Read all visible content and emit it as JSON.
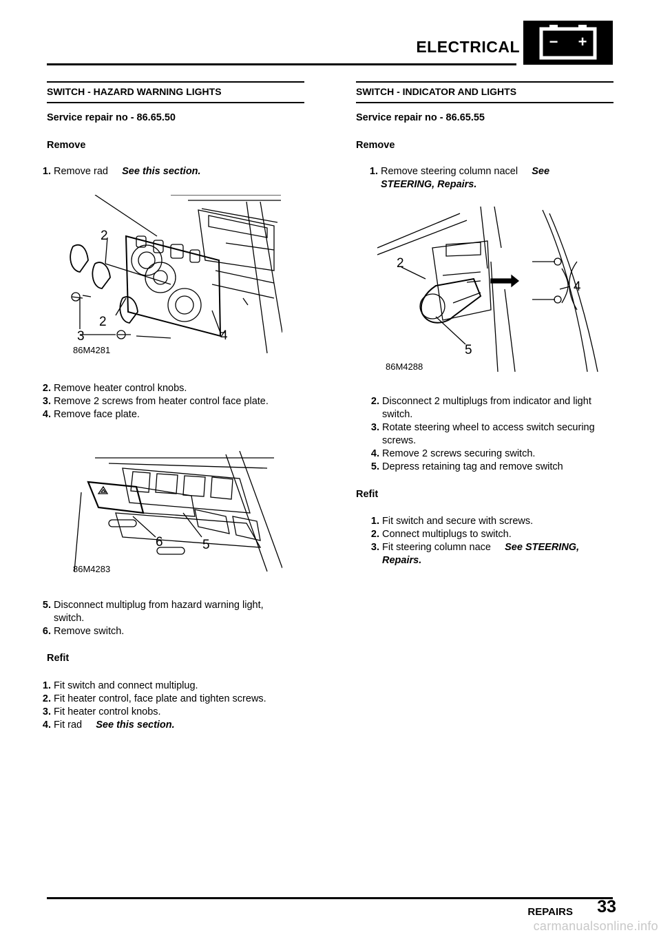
{
  "header": {
    "title": "ELECTRICAL",
    "icon": "battery-icon",
    "battery_minus": "−",
    "battery_plus": "+"
  },
  "left": {
    "title": "SWITCH - HAZARD WARNING LIGHTS",
    "service_no": "Service repair no - 86.65.50",
    "remove_heading": "Remove",
    "step1": {
      "num": "1.",
      "text": "Remove rad",
      "ref": "See this section."
    },
    "fig1": {
      "label": "86M4281",
      "callouts": [
        "2",
        "2",
        "3",
        "4"
      ]
    },
    "steps_a": [
      {
        "num": "2.",
        "text": "Remove heater control knobs."
      },
      {
        "num": "3.",
        "text": "Remove 2 screws from heater control face plate."
      },
      {
        "num": "4.",
        "text": "Remove face plate."
      }
    ],
    "fig2": {
      "label": "86M4283",
      "callouts": [
        "6",
        "5"
      ]
    },
    "steps_b": [
      {
        "num": "5.",
        "text": "Disconnect multiplug from hazard warning light, switch."
      },
      {
        "num": "6.",
        "text": "Remove switch."
      }
    ],
    "refit_heading": "Refit",
    "refit_steps": [
      {
        "num": "1.",
        "text": "Fit switch and connect multiplug."
      },
      {
        "num": "2.",
        "text": "Fit heater control, face plate and tighten screws."
      },
      {
        "num": "3.",
        "text": "Fit heater control knobs."
      }
    ],
    "refit_last": {
      "num": "4.",
      "text": "Fit rad",
      "ref": "See this section."
    }
  },
  "right": {
    "title": "SWITCH - INDICATOR AND LIGHTS",
    "service_no": "Service repair no - 86.65.55",
    "remove_heading": "Remove",
    "step1": {
      "num": "1.",
      "text": "Remove steering column nacel",
      "ref1": "See",
      "ref2": "STEERING, Repairs."
    },
    "fig": {
      "label": "86M4288",
      "callouts": [
        "2",
        "5",
        "4"
      ]
    },
    "steps": [
      {
        "num": "2.",
        "text": "Disconnect 2 multiplugs from indicator and light switch."
      },
      {
        "num": "3.",
        "text": "Rotate steering wheel to access switch securing screws."
      },
      {
        "num": "4.",
        "text": "Remove 2 screws securing switch."
      },
      {
        "num": "5.",
        "text": "Depress retaining tag and remove switch"
      }
    ],
    "refit_heading": "Refit",
    "refit_steps": [
      {
        "num": "1.",
        "text": "Fit switch and secure with screws."
      },
      {
        "num": "2.",
        "text": "Connect multiplugs to switch."
      }
    ],
    "refit_last": {
      "num": "3.",
      "text": "Fit steering column nace",
      "ref1": "See  STEERING,",
      "ref2": "Repairs."
    }
  },
  "footer": {
    "section": "REPAIRS",
    "page": "33"
  },
  "watermark": "carmanualsonline.info"
}
